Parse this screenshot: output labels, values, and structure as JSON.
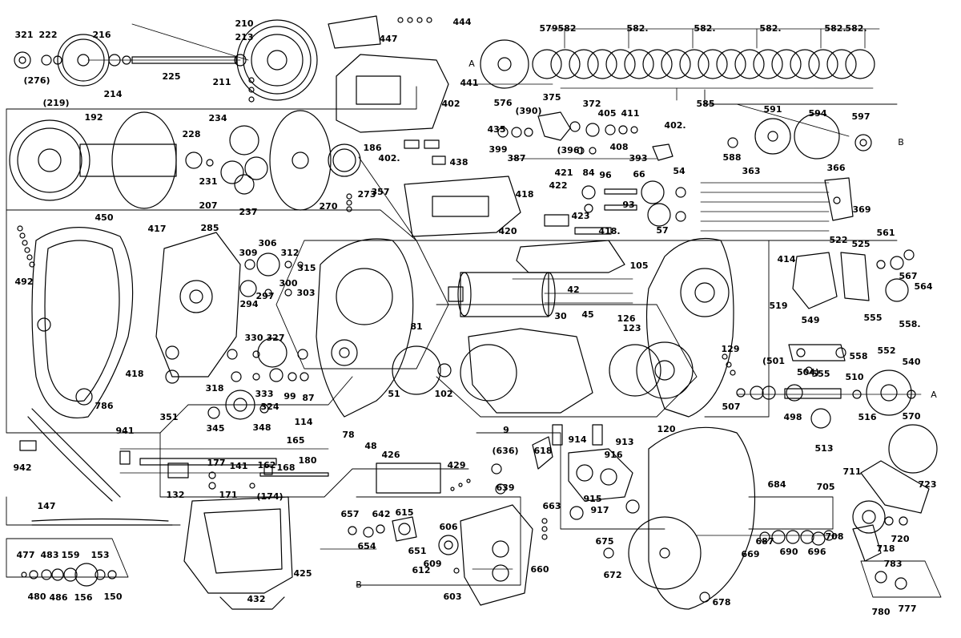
{
  "diagram": {
    "type": "exploded-parts-diagram",
    "line_color": "#000000",
    "background": "#ffffff",
    "part_numbers": [
      "321",
      "222",
      "216",
      "(276)",
      "(219)",
      "214",
      "225",
      "210",
      "213",
      "211",
      "447",
      "444",
      "441",
      "579",
      "582",
      "582.",
      "582.",
      "582.",
      "582.",
      "582.",
      "576",
      "585",
      "192",
      "228",
      "234",
      "231",
      "207",
      "237",
      "186",
      "273",
      "270",
      "402",
      "(390)",
      "375",
      "372",
      "405",
      "411",
      "402.",
      "435",
      "399",
      "387",
      "408",
      "(396)",
      "393",
      "588",
      "591",
      "594",
      "597",
      "438",
      "402.",
      "421",
      "422",
      "357",
      "418",
      "84",
      "96",
      "66",
      "54",
      "363",
      "366",
      "369",
      "93",
      "423",
      "420",
      "418.",
      "57",
      "450",
      "417",
      "285",
      "309",
      "306",
      "312",
      "315",
      "300",
      "303",
      "297",
      "294",
      "105",
      "42",
      "45",
      "126",
      "123",
      "30",
      "561",
      "525",
      "522",
      "414",
      "567",
      "564",
      "519",
      "492",
      "555",
      "558.",
      "549",
      "552",
      "558",
      "330",
      "327",
      "81",
      "129",
      "540",
      "504)",
      "(501",
      "507",
      "510",
      "498",
      "555",
      "570",
      "516",
      "513",
      "418",
      "318",
      "333",
      "324",
      "99",
      "87",
      "102",
      "51",
      "9",
      "345",
      "348",
      "351",
      "786",
      "114",
      "78",
      "120",
      "48",
      "941",
      "942",
      "165",
      "162",
      "168",
      "180",
      "177",
      "171",
      "(174)",
      "132",
      "141",
      "426",
      "429",
      "(636)",
      "618",
      "914",
      "916",
      "913",
      "684",
      "639",
      "705",
      "711",
      "723",
      "147",
      "657",
      "642",
      "615",
      "654",
      "651",
      "663",
      "606",
      "660",
      "609",
      "612",
      "915",
      "917",
      "687",
      "690",
      "696",
      "708",
      "718",
      "720",
      "675",
      "672",
      "669",
      "783",
      "477",
      "483",
      "159",
      "153",
      "480",
      "486",
      "156",
      "150",
      "425",
      "432",
      "603",
      "678",
      "780",
      "777"
    ],
    "flow_markers": [
      "A",
      "B"
    ]
  }
}
